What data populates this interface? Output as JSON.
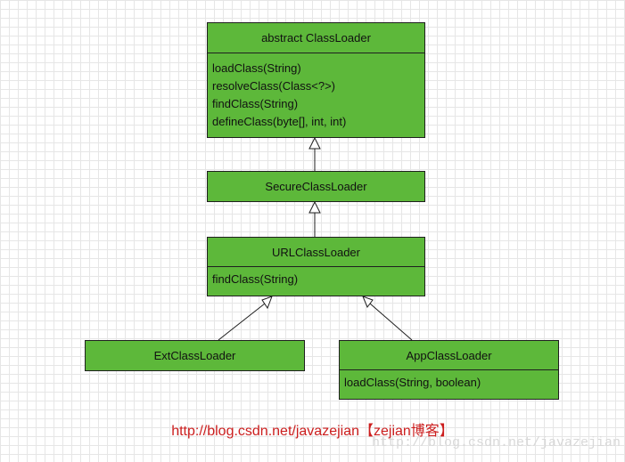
{
  "colors": {
    "box_fill": "#5db83a",
    "border": "#1f1f1f",
    "url_text": "#cc1e1e",
    "watermark": "#d8d8d8"
  },
  "classes": {
    "classloader": {
      "title": "abstract ClassLoader",
      "methods": [
        "loadClass(String)",
        "resolveClass(Class<?>)",
        "findClass(String)",
        "defineClass(byte[], int, int)"
      ]
    },
    "secure": {
      "title": "SecureClassLoader"
    },
    "url": {
      "title": "URLClassLoader",
      "methods": [
        "findClass(String)"
      ]
    },
    "ext": {
      "title": "ExtClassLoader"
    },
    "app": {
      "title": "AppClassLoader",
      "methods": [
        "loadClass(String, boolean)"
      ]
    }
  },
  "footer": {
    "url": "http://blog.csdn.net/javazejian【zejian博客】"
  },
  "watermark": {
    "text": "http://blog.csdn.net/javazejian"
  }
}
